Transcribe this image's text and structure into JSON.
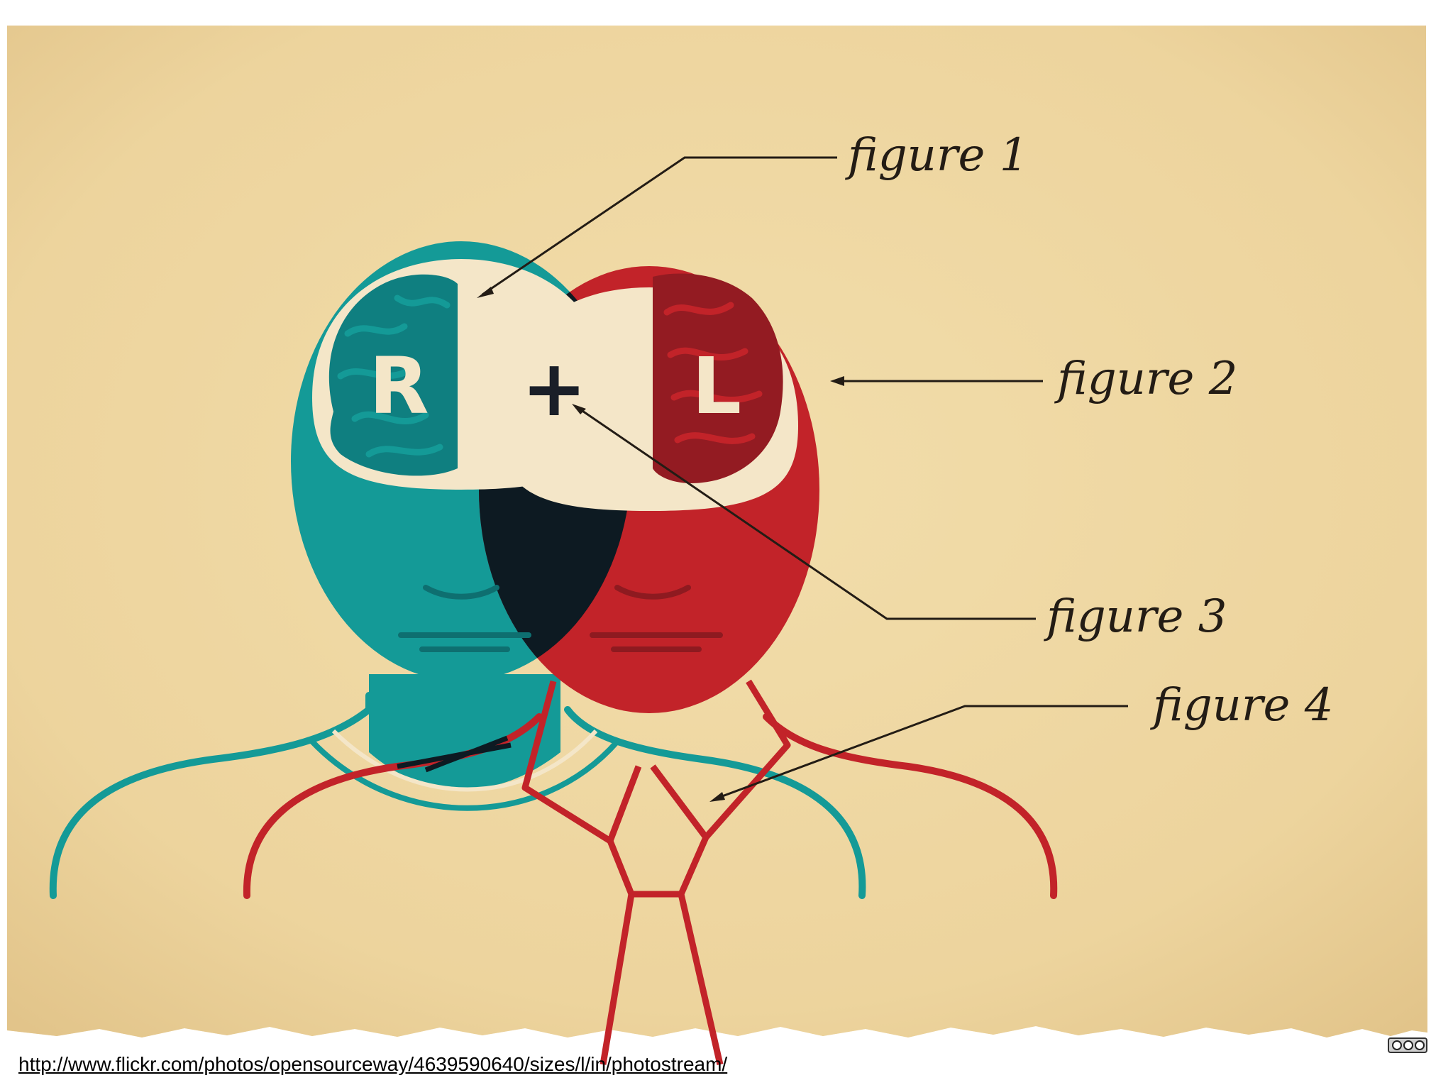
{
  "illustration": {
    "head_letters": {
      "left": "R",
      "middle": "+",
      "right": "L"
    },
    "labels": [
      "figure 1",
      "figure 2",
      "figure 3",
      "figure 4"
    ],
    "colors": {
      "paper": "#efd9a6",
      "teal": "#149a97",
      "red": "#c22329",
      "dark": "#0d1a22",
      "cream": "#f4e6c8"
    }
  },
  "footer": {
    "source_url": "http://www.flickr.com/photos/opensourceway/4639590640/sizes/l/in/photostream/",
    "license_icon": "cc-by-sa-icon"
  }
}
